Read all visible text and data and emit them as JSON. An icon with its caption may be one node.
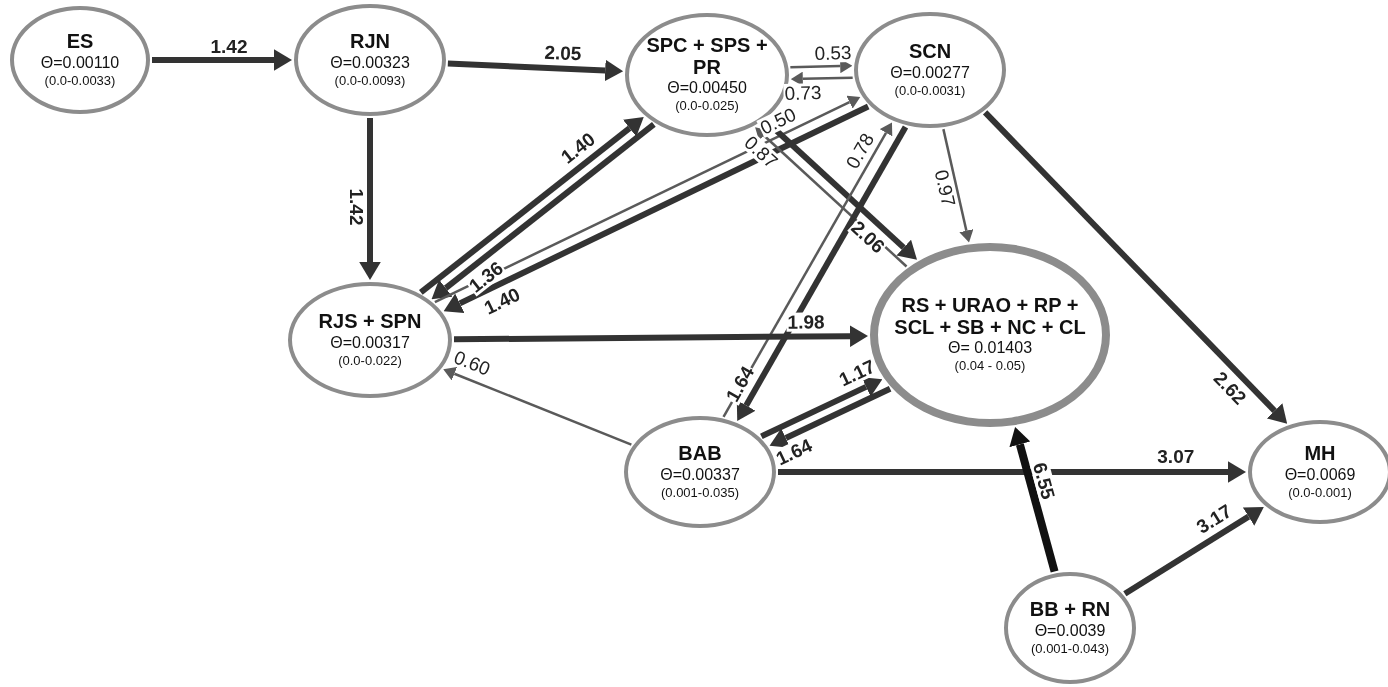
{
  "diagram": {
    "nodes": [
      {
        "text": [
          "ES",
          "Θ=0.00110",
          "(0.0-0.0033)"
        ]
      },
      {
        "text": [
          "RJN",
          "Θ=0.00323",
          "(0.0-0.0093)"
        ]
      },
      {
        "text": [
          "SPC + SPS + PR",
          "Θ=0.00450",
          "(0.0-0.025)"
        ]
      },
      {
        "text": [
          "SCN",
          "Θ=0.00277",
          "(0.0-0.0031)"
        ]
      },
      {
        "text": [
          "RJS + SPN",
          "Θ=0.00317",
          "(0.0-0.022)"
        ]
      },
      {
        "text": [
          "RS + URAO + RP + SCL + SB + NC + CL",
          "Θ= 0.01403",
          "(0.04 - 0.05)"
        ]
      },
      {
        "text": [
          "BAB",
          "Θ=0.00337",
          "(0.001-0.035)"
        ]
      },
      {
        "text": [
          "MH",
          "Θ=0.0069",
          "(0.0-0.001)"
        ]
      },
      {
        "text": [
          "BB + RN",
          "Θ=0.0039",
          "(0.001-0.043)"
        ]
      }
    ],
    "edges": [
      {
        "from": 0,
        "to": 1,
        "arrow": "to",
        "label": "1.42"
      },
      {
        "from": 1,
        "to": 2,
        "arrow": "to",
        "label": "2.05"
      },
      {
        "from": 1,
        "to": 4,
        "arrow": "to",
        "label": "1.42"
      },
      {
        "from": 4,
        "to": 2,
        "arrow": "to",
        "label": "1.40"
      },
      {
        "from": 2,
        "to": 4,
        "arrow": "to",
        "label": "1.36"
      },
      {
        "from": 2,
        "to": 3,
        "arrow": "to",
        "label": "0.53",
        "color": "#5a5a5a"
      },
      {
        "from": 3,
        "to": 2,
        "arrow": "to",
        "label": "0.73",
        "color": "#5a5a5a"
      },
      {
        "from": 4,
        "to": 3,
        "arrow": "to",
        "label": "0.50",
        "color": "#5a5a5a"
      },
      {
        "from": 3,
        "to": 4,
        "arrow": "to",
        "label": "1.40"
      },
      {
        "from": 2,
        "to": 5,
        "arrow": "to",
        "label": "2.06"
      },
      {
        "from": 5,
        "to": 2,
        "arrow": "to",
        "label": "0.87",
        "color": "#5a5a5a"
      },
      {
        "from": 6,
        "to": 3,
        "arrow": "to",
        "label": "0.78",
        "color": "#5a5a5a"
      },
      {
        "from": 3,
        "to": 6,
        "arrow": "to",
        "label": "1.64"
      },
      {
        "from": 3,
        "to": 5,
        "arrow": "to",
        "label": "0.97",
        "color": "#5a5a5a"
      },
      {
        "from": 3,
        "to": 7,
        "arrow": "to",
        "label": "2.62"
      },
      {
        "from": 4,
        "to": 5,
        "arrow": "to",
        "label": "1.98"
      },
      {
        "from": 6,
        "to": 5,
        "arrow": "to",
        "label": "1.17"
      },
      {
        "from": 5,
        "to": 6,
        "arrow": "to",
        "label": "1.64"
      },
      {
        "from": 6,
        "to": 4,
        "arrow": "to",
        "label": "0.60",
        "color": "#5a5a5a"
      },
      {
        "from": 6,
        "to": 7,
        "arrow": "to",
        "label": "3.07"
      },
      {
        "from": 8,
        "to": 5,
        "arrow": "to",
        "label": "6.55",
        "color": "#111111"
      },
      {
        "from": 8,
        "to": 7,
        "arrow": "to",
        "label": "3.17"
      }
    ]
  }
}
